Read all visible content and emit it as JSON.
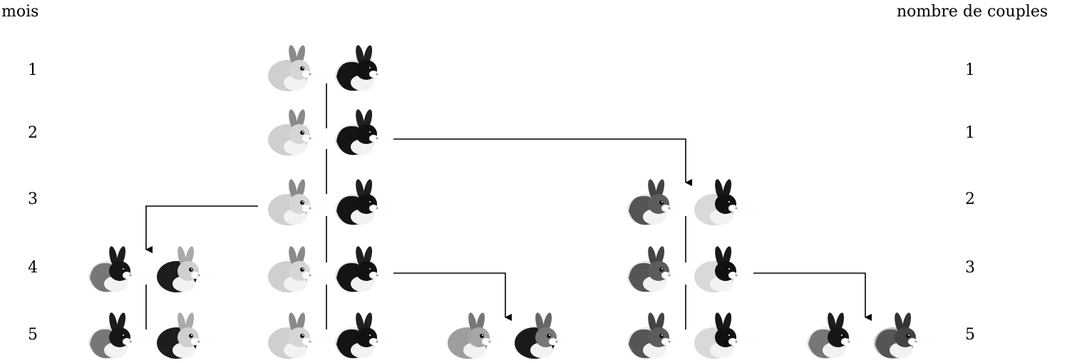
{
  "header": {
    "left_label": "mois",
    "right_label": "nombre de couples"
  },
  "months": [
    "1",
    "2",
    "3",
    "4",
    "5"
  ],
  "couples": [
    "1",
    "1",
    "2",
    "3",
    "5"
  ]
}
